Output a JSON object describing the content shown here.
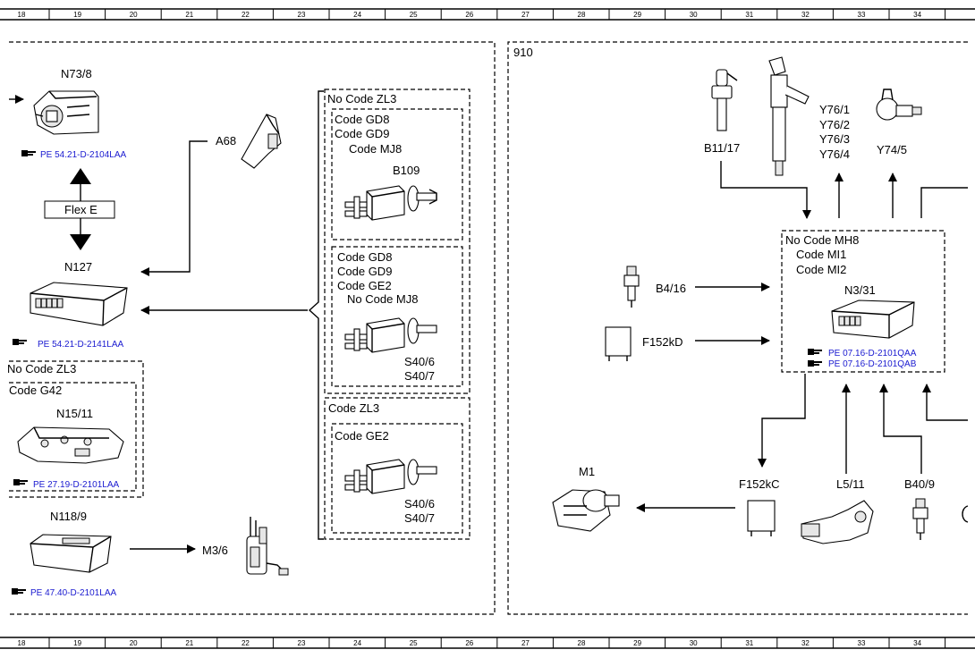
{
  "ruler": {
    "top": [
      "18",
      "19",
      "20",
      "21",
      "22",
      "23",
      "24",
      "25",
      "26",
      "27",
      "28",
      "29",
      "30",
      "31",
      "32",
      "33",
      "34"
    ],
    "bottom": [
      "18",
      "19",
      "20",
      "21",
      "22",
      "23",
      "24",
      "25",
      "26",
      "27",
      "28",
      "29",
      "30",
      "31",
      "32",
      "33",
      "34"
    ]
  },
  "left_panel": {
    "n73_8": "N73/8",
    "ref_n73_8": "PE 54.21-D-2104LAA",
    "flex_e": "Flex E",
    "a68": "A68",
    "n127": "N127",
    "ref_n127": "PE 54.21-D-2141LAA",
    "no_code_zl3_a": "No Code ZL3",
    "code_gd8_a": "Code GD8",
    "code_gd9_a": "Code GD9",
    "code_mj8_a": "Code MJ8",
    "b109": "B109",
    "code_gd8_b": "Code GD8",
    "code_gd9_b": "Code GD9",
    "code_ge2_b": "Code GE2",
    "no_code_mj8": "No  Code MJ8",
    "s40_6_a": "S40/6",
    "s40_7_a": "S40/7",
    "code_zl3": "Code ZL3",
    "code_ge2_c": "Code GE2",
    "s40_6_b": "S40/6",
    "s40_7_b": "S40/7",
    "no_code_zl3_b": "No Code ZL3",
    "code_g42": "Code G42",
    "n15_11": "N15/11",
    "ref_n15_11": "PE 27.19-D-2101LAA",
    "n118_9": "N118/9",
    "ref_n118_9": "PE 47.40-D-2101LAA",
    "m3_6": "M3/6"
  },
  "right_panel": {
    "section": "910",
    "b11_17": "B11/17",
    "y76_1": "Y76/1",
    "y76_2": "Y76/2",
    "y76_3": "Y76/3",
    "y76_4": "Y76/4",
    "y74_5": "Y74/5",
    "no_code_mh8": "No Code MH8",
    "code_mi1": "Code MI1",
    "code_mi2": "Code MI2",
    "n3_31": "N3/31",
    "ref_n3_31_a": "PE 07.16-D-2101QAA",
    "ref_n3_31_b": "PE 07.16-D-2101QAB",
    "b4_16": "B4/16",
    "f152kd": "F152kD",
    "m1": "M1",
    "f152kc": "F152kC",
    "l5_11": "L5/11",
    "b40_9": "B40/9"
  },
  "colors": {
    "reference_link": "#1a1ad0",
    "line": "#000000"
  }
}
